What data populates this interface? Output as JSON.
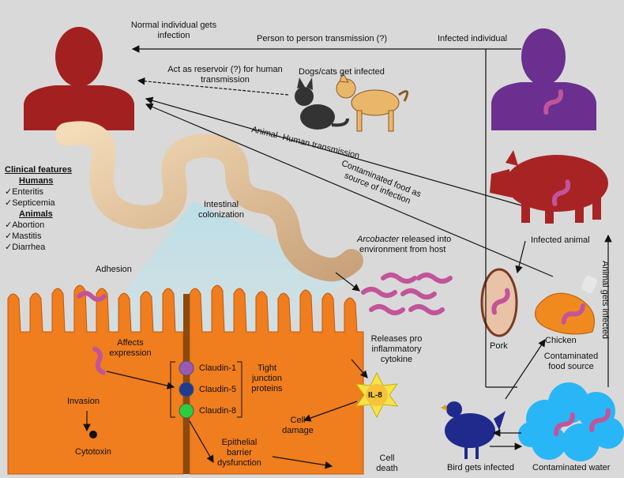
{
  "labels": {
    "normal_individual": "Normal individual gets\ninfection",
    "person_to_person": "Person to person transmission (?)",
    "infected_individual": "Infected individual",
    "reservoir": "Act as reservoir (?) for human\ntransmission",
    "dogs_cats": "Dogs/cats get infected",
    "animal_human": "Animal- Human transmission",
    "contaminated_food_infection": "Contaminated food as\nsource of infection",
    "intestinal": "Intestinal\ncolonization",
    "arcobacter_word": "Arcobacter",
    "arcobacter_rest": " released into",
    "arcobacter_line2": "environment from host",
    "infected_animal": "Infected animal",
    "animal_gets_infected": "Animal gets infected",
    "adhesion": "Adhesion",
    "affects_expression": "Affects\nexpression",
    "claudin1": "Claudin-1",
    "claudin5": "Claudin-5",
    "claudin8": "Claudin-8",
    "tight_junction": "Tight\njunction\nproteins",
    "releases": "Releases pro\ninflammatory\ncytokine",
    "il8": "IL-8",
    "pork": "Pork",
    "chicken": "Chicken",
    "contaminated_food_source": "Contaminated\nfood source",
    "invasion": "Invasion",
    "cytotoxin": "Cytotoxin",
    "cell_damage": "Cell\ndamage",
    "epithelial": "Epithelial\nbarrier\ndysfunction",
    "cell_death": "Cell\ndeath",
    "bird": "Bird gets infected",
    "contaminated_water": "Contaminated water"
  },
  "clinical": {
    "title": "Clinical features",
    "humans_title": "Humans",
    "humans": [
      "Enteritis",
      "Septicemia"
    ],
    "animals_title": "Animals",
    "animals": [
      "Abortion",
      "Mastitis",
      "Diarrhea"
    ],
    "check": "✓"
  },
  "colors": {
    "human_normal": "#a32020",
    "human_infected": "#6b2f8f",
    "pig": "#a82424",
    "cell": "#f07d1e",
    "claudin1": "#9b59b6",
    "claudin5": "#1f3a8f",
    "claudin8": "#2ecc40",
    "water": "#29b6f6",
    "bacteria": "#c2549a"
  }
}
